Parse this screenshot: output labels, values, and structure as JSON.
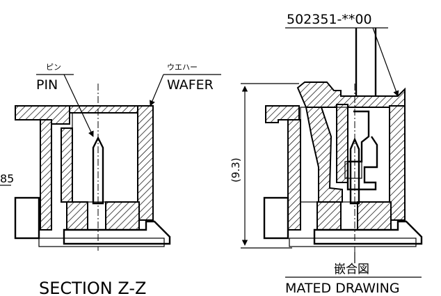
{
  "labels": {
    "pin_jp": "ピン",
    "pin": "PIN",
    "wafer_jp": "ウエハー",
    "wafer": "WAFER",
    "left_dim_fragment": "85",
    "part_number": "502351-**00",
    "height_dim": "(9.3)",
    "mated_jp": "嵌合図",
    "mated": "MATED DRAWING",
    "section": "SECTION Z-Z"
  }
}
